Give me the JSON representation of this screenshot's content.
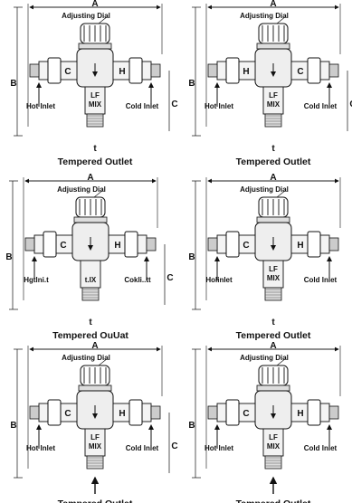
{
  "panels": [
    {
      "dim_a": "A",
      "dim_b": "B",
      "dim_c": "C",
      "dial": "Adjusting Dial",
      "left": "C",
      "right": "H",
      "lf": "LF",
      "mix": "MIX",
      "hot": "Hot Inlet",
      "cold": "Cold Inlet",
      "arrow": "t",
      "outlet": "Tempered Outlet"
    },
    {
      "dim_a": "A",
      "dim_b": "B",
      "dim_c": "C",
      "dial": "Adjusting Dial",
      "left": "H",
      "right": "C",
      "lf": "LF",
      "mix": "MIX",
      "hot": "Hot Inlet",
      "cold": "Cold Inlet",
      "arrow": "t",
      "outlet": "Tempered Outlet"
    },
    {
      "dim_a": "A",
      "dim_b": "B",
      "dim_c": "C",
      "dial": "Adjusting Dial",
      "left": "C",
      "right": "H",
      "lf": "",
      "mix": "",
      "hot": "Hgtlni.t",
      "cold": "Cokli..tt",
      "mid": "t.IX",
      "arrow": "t",
      "outlet": "Tempered OuUat"
    },
    {
      "dim_a": "A",
      "dim_b": "B",
      "dim_c": "",
      "dial": "Adjusting Dial",
      "left": "C",
      "right": "H",
      "lf": "LF",
      "mix": "MIX",
      "hot": "Holinlet",
      "cold": "Cold Inlet",
      "arrow": "t",
      "outlet": "Tempered Outlet"
    },
    {
      "dim_a": "A",
      "dim_b": "B",
      "dim_c": "C",
      "dial": "Adjusting Dial",
      "left": "C",
      "right": "H",
      "lf": "LF",
      "mix": "MIX",
      "hot": "Hot Inlet",
      "cold": "Cold Inlet",
      "arrow": "",
      "outlet": "Tempered Outlet"
    },
    {
      "dim_a": "A",
      "dim_b": "B",
      "dim_c": "",
      "dial": "Adjusting Dial",
      "left": "C",
      "right": "H",
      "lf": "LF",
      "mix": "MIX",
      "hot": "Hot Inlet",
      "cold": "Cold Inlet",
      "arrow": "",
      "outlet": "Tempered Outlet"
    }
  ]
}
